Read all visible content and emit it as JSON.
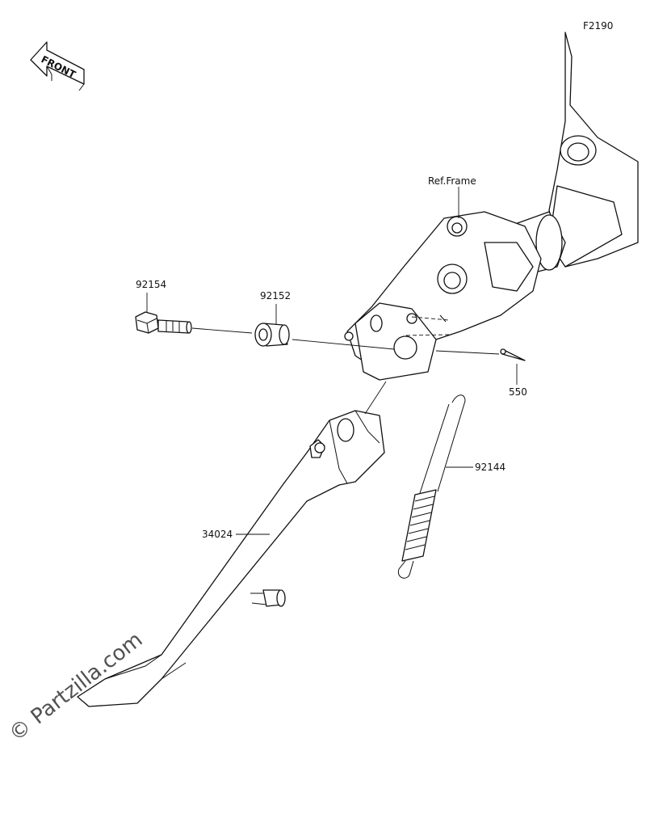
{
  "diagram": {
    "figure_code": "F2190",
    "front_label": "FRONT",
    "reference_label": "Ref.Frame",
    "watermark": "© Partzilla.com",
    "parts": [
      {
        "number": "92154"
      },
      {
        "number": "92152"
      },
      {
        "number": "550"
      },
      {
        "number": "92144"
      },
      {
        "number": "34024"
      }
    ]
  }
}
